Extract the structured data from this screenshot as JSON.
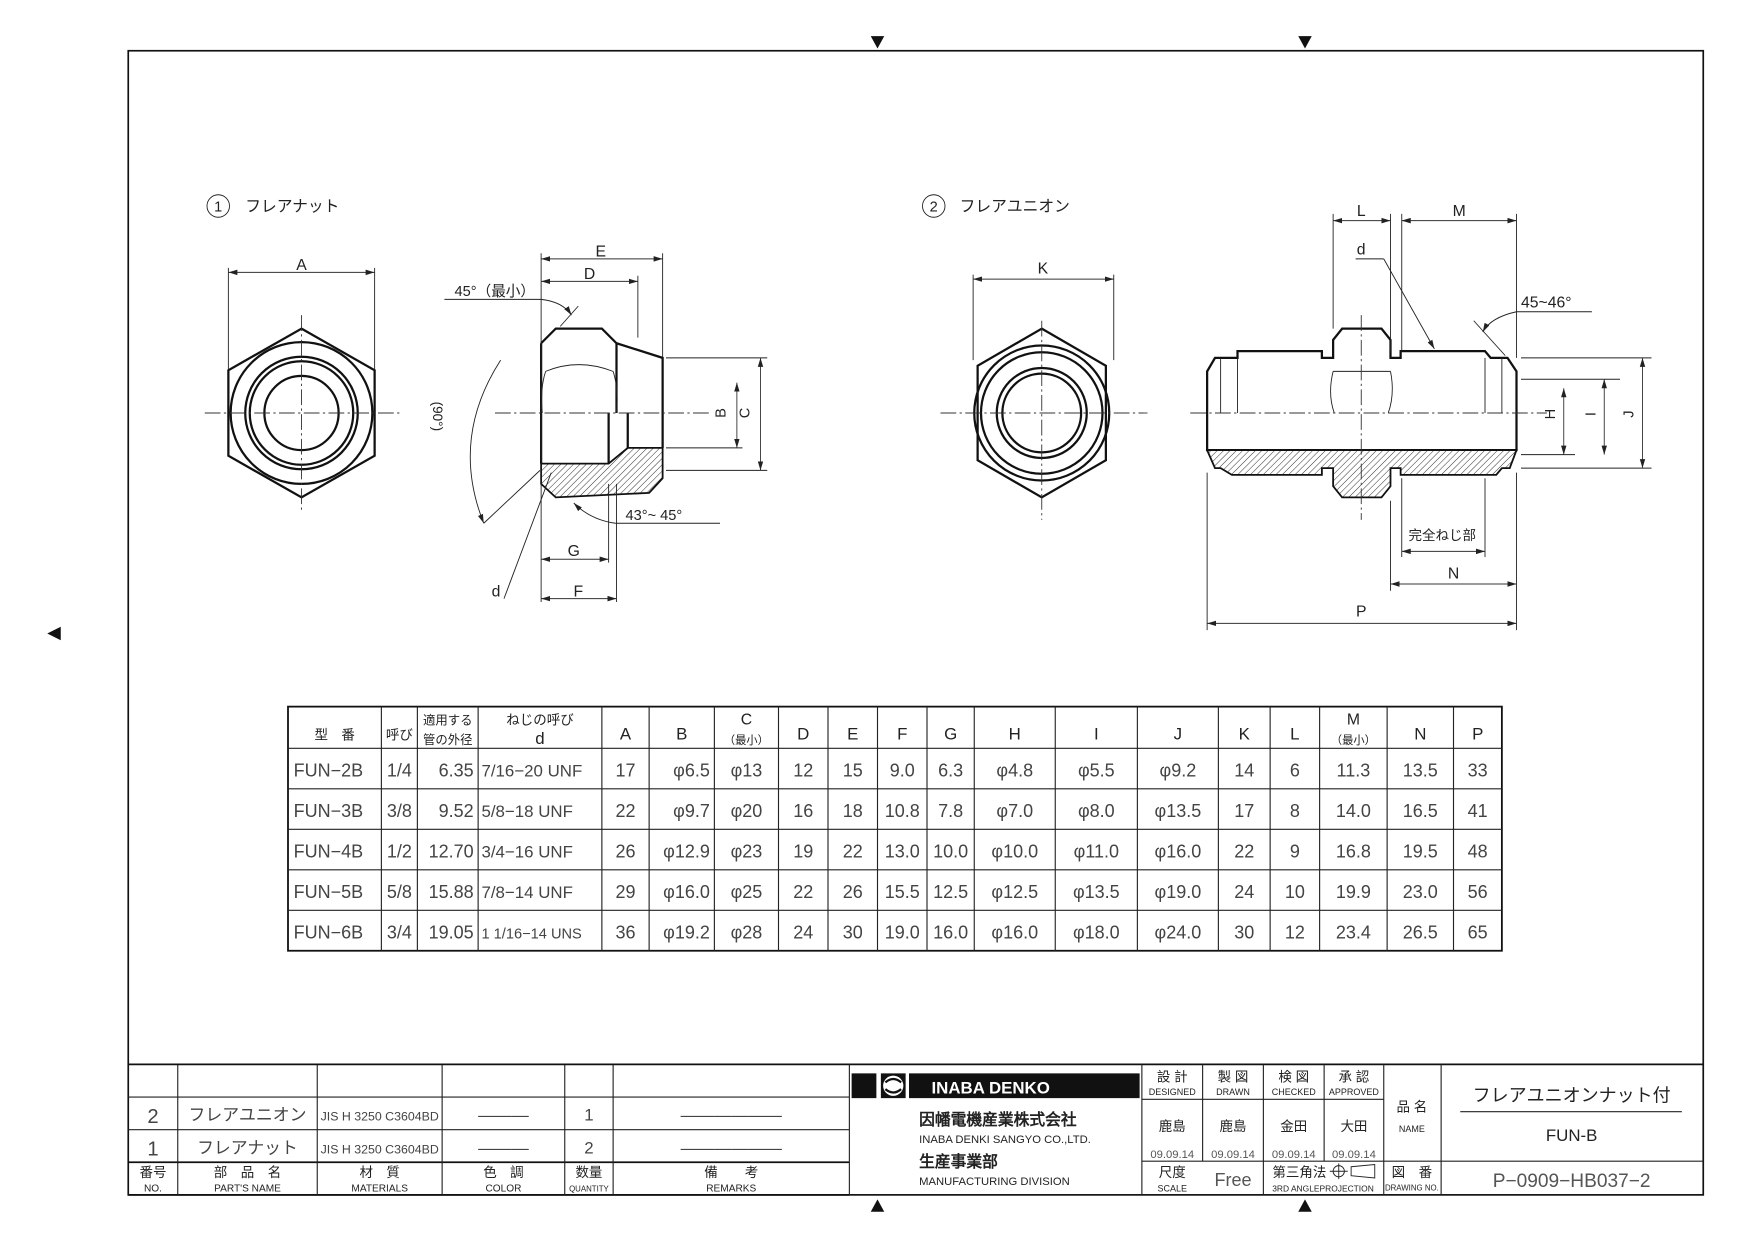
{
  "drawing": {
    "part1": {
      "num": "1",
      "title": "フレアナット"
    },
    "part2": {
      "num": "2",
      "title": "フレアユニオン"
    },
    "nut_dims": {
      "A": "A",
      "B": "B",
      "C": "C",
      "D": "D",
      "E": "E",
      "F": "F",
      "G": "G",
      "d": "d",
      "angle_top": "45°（最小）",
      "angle_90": "(90°)",
      "angle_flare": "43°~ 45°"
    },
    "union_dims": {
      "K": "K",
      "L": "L",
      "M": "M",
      "d": "d",
      "angle": "45~46°",
      "H": "H",
      "I": "I",
      "J": "J",
      "full_thread": "完全ねじ部",
      "N": "N",
      "P": "P"
    }
  },
  "table": {
    "headers": [
      [
        "型　番"
      ],
      [
        "呼び"
      ],
      [
        "適用する",
        "管の外径"
      ],
      [
        "ねじの呼び",
        "d"
      ],
      [
        "A"
      ],
      [
        "B"
      ],
      [
        "C",
        "（最小）"
      ],
      [
        "D"
      ],
      [
        "E"
      ],
      [
        "F"
      ],
      [
        "G"
      ],
      [
        "H"
      ],
      [
        "I"
      ],
      [
        "J"
      ],
      [
        "K"
      ],
      [
        "L"
      ],
      [
        "M",
        "（最小）"
      ],
      [
        "N"
      ],
      [
        "P"
      ]
    ],
    "rows": [
      [
        "FUN−2B",
        "1/4",
        "6.35",
        "7/16−20 UNF",
        "17",
        "φ6.5",
        "φ13",
        "12",
        "15",
        "9.0",
        "6.3",
        "φ4.8",
        "φ5.5",
        "φ9.2",
        "14",
        "6",
        "11.3",
        "13.5",
        "33"
      ],
      [
        "FUN−3B",
        "3/8",
        "9.52",
        "5/8−18 UNF",
        "22",
        "φ9.7",
        "φ20",
        "16",
        "18",
        "10.8",
        "7.8",
        "φ7.0",
        "φ8.0",
        "φ13.5",
        "17",
        "8",
        "14.0",
        "16.5",
        "41"
      ],
      [
        "FUN−4B",
        "1/2",
        "12.70",
        "3/4−16 UNF",
        "26",
        "φ12.9",
        "φ23",
        "19",
        "22",
        "13.0",
        "10.0",
        "φ10.0",
        "φ11.0",
        "φ16.0",
        "22",
        "9",
        "16.8",
        "19.5",
        "48"
      ],
      [
        "FUN−5B",
        "5/8",
        "15.88",
        "7/8−14 UNF",
        "29",
        "φ16.0",
        "φ25",
        "22",
        "26",
        "15.5",
        "12.5",
        "φ12.5",
        "φ13.5",
        "φ19.0",
        "24",
        "10",
        "19.9",
        "23.0",
        "56"
      ],
      [
        "FUN−6B",
        "3/4",
        "19.05",
        "1 1/16−14 UNS",
        "36",
        "φ19.2",
        "φ28",
        "24",
        "30",
        "19.0",
        "16.0",
        "φ16.0",
        "φ18.0",
        "φ24.0",
        "30",
        "12",
        "23.4",
        "26.5",
        "65"
      ]
    ]
  },
  "parts_list": {
    "rows": [
      {
        "no": "2",
        "name": "フレアユニオン",
        "material": "JIS H 3250 C3604BD",
        "color": "———",
        "qty": "1",
        "remarks": "——————"
      },
      {
        "no": "1",
        "name": "フレアナット",
        "material": "JIS H 3250 C3604BD",
        "color": "———",
        "qty": "2",
        "remarks": "——————"
      }
    ],
    "headers": {
      "no": [
        "番号",
        "NO."
      ],
      "name": [
        "部　品　名",
        "PART'S NAME"
      ],
      "material": [
        "材　質",
        "MATERIALS"
      ],
      "color": [
        "色　調",
        "COLOR"
      ],
      "qty": [
        "数量",
        "QUANTITY"
      ],
      "remarks": [
        "備　　考",
        "REMARKS"
      ]
    }
  },
  "title_block": {
    "logo": "INABA DENKO",
    "company_jp": "因幡電機産業株式会社",
    "company_en": "INABA DENKI SANGYO CO.,LTD.",
    "division_jp": "生産事業部",
    "division_en": "MANUFACTURING DIVISION",
    "roles": [
      {
        "jp": "設 計",
        "en": "DESIGNED",
        "name": "鹿島",
        "date": "09.09.14"
      },
      {
        "jp": "製 図",
        "en": "DRAWN",
        "name": "鹿島",
        "date": "09.09.14"
      },
      {
        "jp": "検 図",
        "en": "CHECKED",
        "name": "金田",
        "date": "09.09.14"
      },
      {
        "jp": "承 認",
        "en": "APPROVED",
        "name": "大田",
        "date": "09.09.14"
      }
    ],
    "name_label": [
      "品 名",
      "NAME"
    ],
    "product_name": "フレアユニオンナット付",
    "product_code": "FUN-B",
    "scale_label": [
      "尺度",
      "SCALE"
    ],
    "scale": "Free",
    "projection": [
      "第三角法",
      "3RD ANGLEPROJECTION"
    ],
    "drawing_no_label": [
      "図　番",
      "DRAWING NO."
    ],
    "drawing_no": "P−0909−HB037−2"
  }
}
